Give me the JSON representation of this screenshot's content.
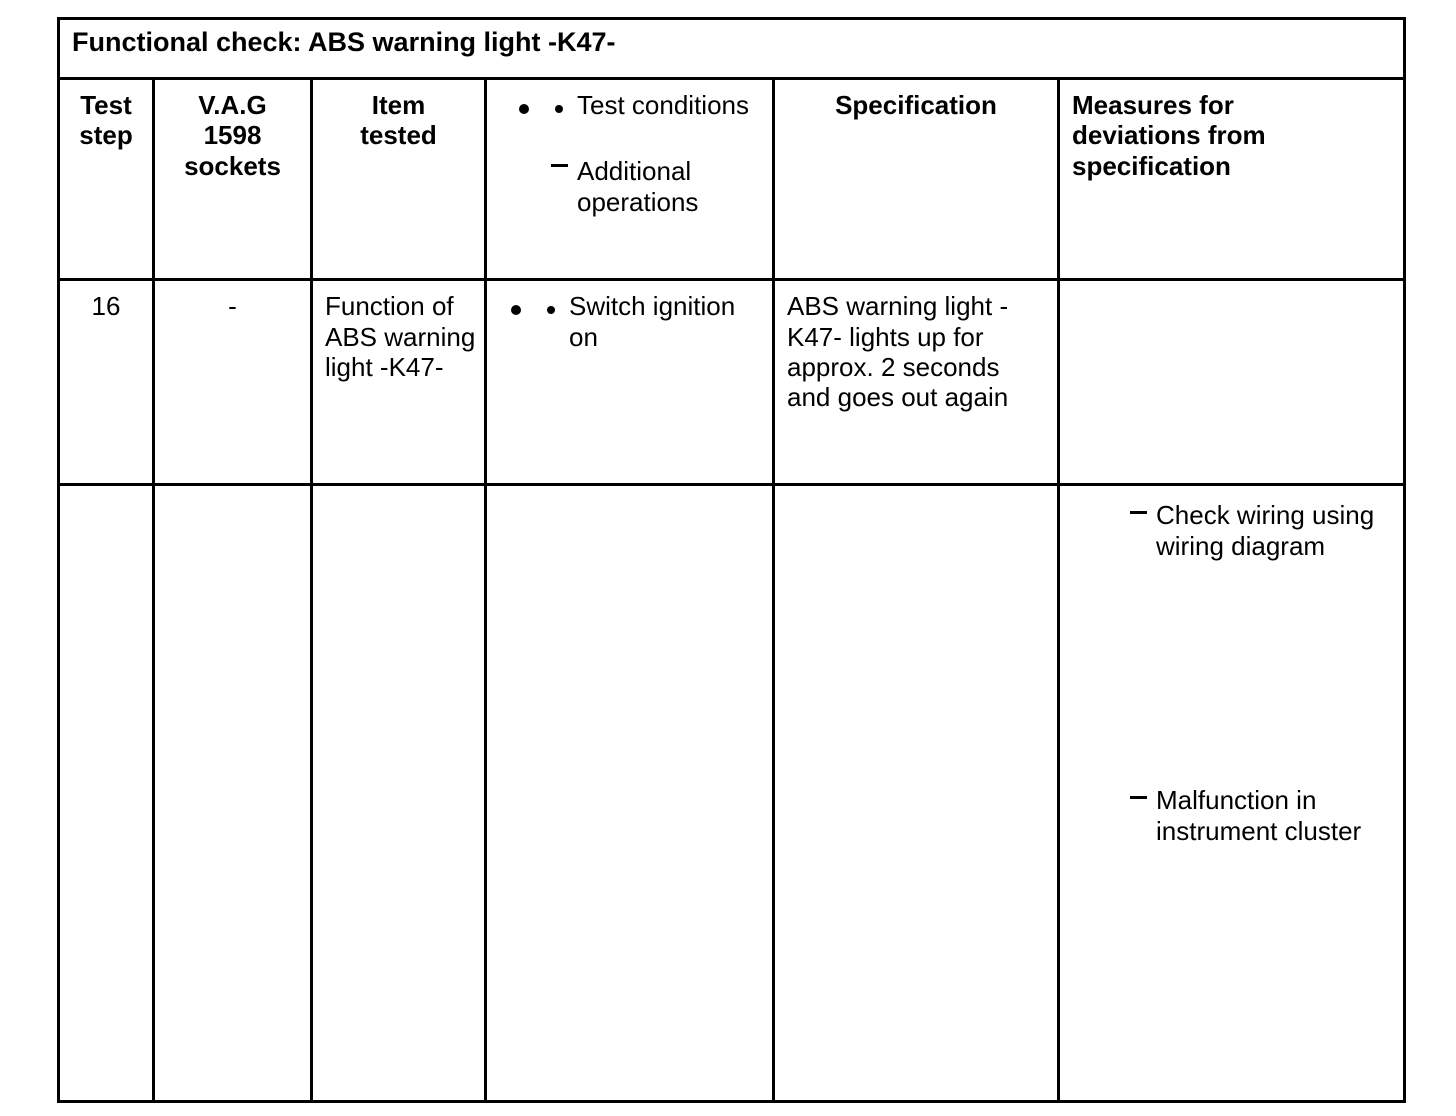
{
  "document": {
    "title": "Functional check: ABS warning light -K47-"
  },
  "table": {
    "headers": {
      "test_step": "Test\nstep",
      "test_step_line1": "Test",
      "test_step_line2": "step",
      "vag_sockets_line1": "V.A.G",
      "vag_sockets_line2": "1598",
      "vag_sockets_line3": "sockets",
      "item_tested_line1": "Item",
      "item_tested_line2": "tested",
      "conditions_bullet": "Test conditions",
      "conditions_dash": "Additional operations",
      "specification": "Specification",
      "measures_line1": "Measures for",
      "measures_line2": "deviations from",
      "measures_line3": "specification"
    },
    "rows": [
      {
        "test_step": "16",
        "vag_sockets": "-",
        "item_tested": "Function of ABS warning light -K47-",
        "test_conditions_bullet": "Switch ignition on",
        "specification": "ABS warning light -K47- lights up for approx. 2 seconds and goes out again",
        "measures": []
      },
      {
        "test_step": "",
        "vag_sockets": "",
        "item_tested": "",
        "test_conditions_bullet": "",
        "specification": "",
        "measures": [
          "Check wiring using wiring diagram",
          "Malfunction in instrument cluster"
        ]
      }
    ]
  },
  "markers": {
    "bullet_large": "bullet-marker",
    "bullet_small": "bullet-marker-small",
    "dash": "dash-marker"
  },
  "colors": {
    "border": "#000000",
    "text": "#000000",
    "background": "#ffffff"
  }
}
